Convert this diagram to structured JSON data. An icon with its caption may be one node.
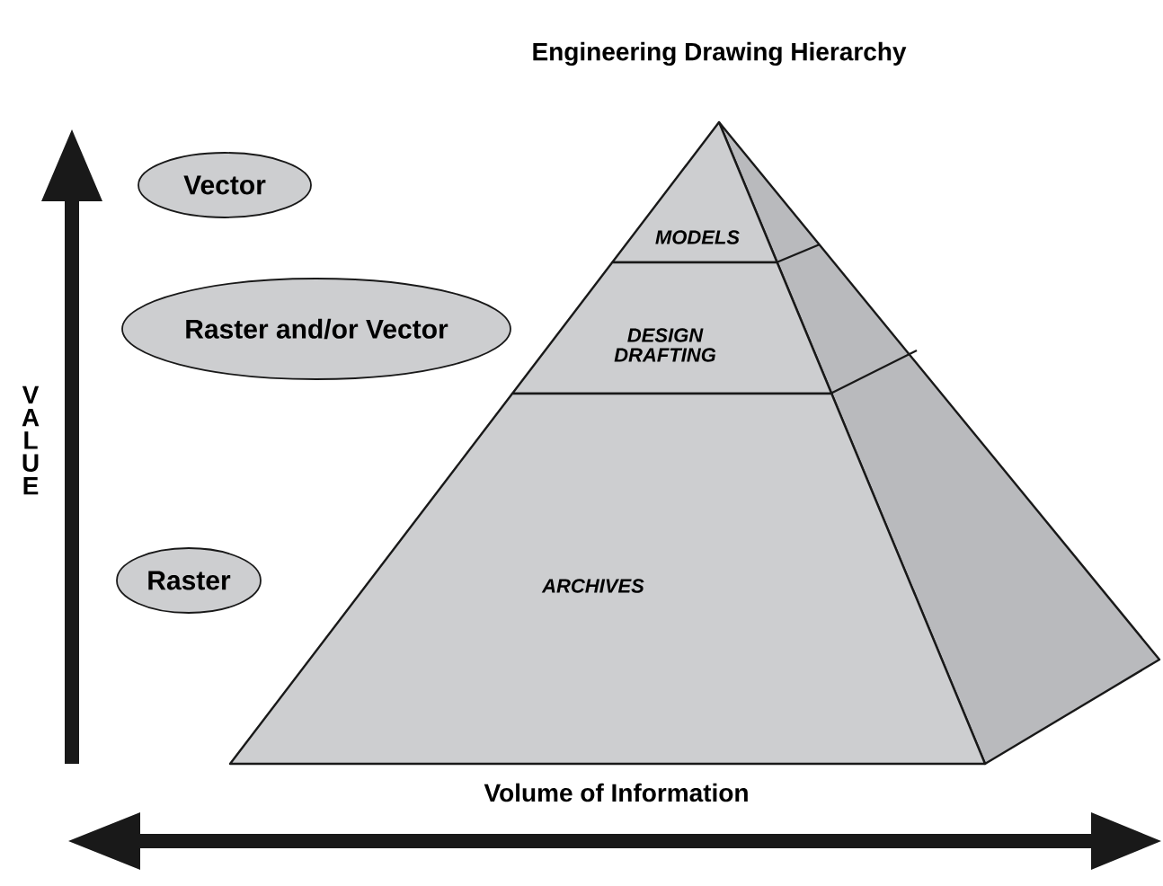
{
  "diagram": {
    "title": "Engineering Drawing Hierarchy",
    "nodes": [
      {
        "text": [
          "Vector"
        ]
      },
      {
        "text": [
          "Raster and/or Vector"
        ]
      },
      {
        "text": [
          "Raster"
        ]
      },
      {
        "text": [
          "MODELS"
        ]
      },
      {
        "text": [
          "DESIGN DRAFTING"
        ]
      },
      {
        "text": [
          "ARCHIVES"
        ]
      }
    ],
    "labels": [
      "VALUE",
      "Volume of Information"
    ]
  }
}
